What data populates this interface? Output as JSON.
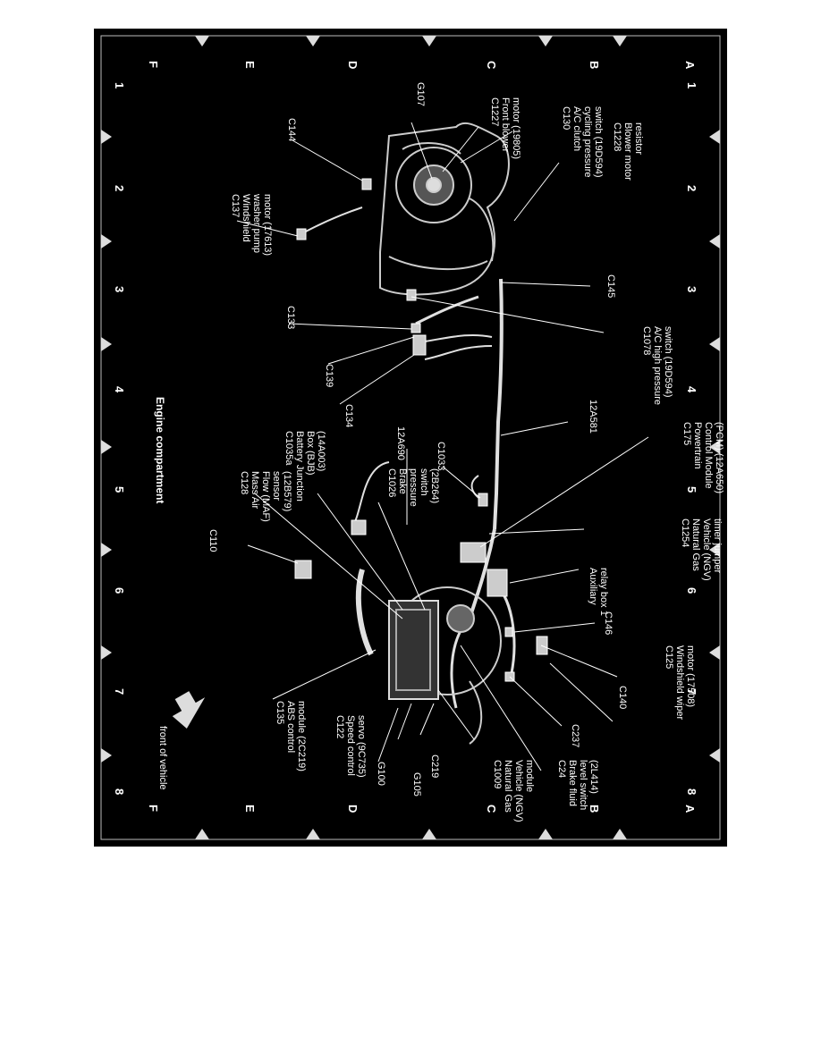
{
  "diagram": {
    "title": "Engine compartment",
    "front_label": "front of vehicle",
    "grid": {
      "rows": [
        "A",
        "B",
        "C",
        "D",
        "E",
        "F"
      ],
      "cols": [
        "1",
        "2",
        "3",
        "4",
        "5",
        "6",
        "7",
        "8"
      ]
    },
    "callouts": {
      "c1228": [
        "C1228",
        "Blower motor",
        "resistor"
      ],
      "c130": [
        "C130",
        "A/C clutch",
        "cycling pressure",
        "switch (19D594)"
      ],
      "c1227": [
        "C1227",
        "Front blower",
        "motor (19805)"
      ],
      "g107": [
        "G107"
      ],
      "c144": [
        "C144"
      ],
      "c137": [
        "C137",
        "Windshield",
        "washer pump",
        "motor (17613)"
      ],
      "c145": [
        "C145"
      ],
      "c1078": [
        "C1078",
        "A/C high pressure",
        "switch (19D594)"
      ],
      "c133": [
        "C133"
      ],
      "c139": [
        "C139"
      ],
      "c134": [
        "C134"
      ],
      "a12a581": [
        "12A581"
      ],
      "c175": [
        "C175",
        "Powertrain",
        "Control Module",
        "(PCM) (12A650)"
      ],
      "a12a690": [
        "12A690"
      ],
      "c1033": [
        "C1033"
      ],
      "c1026": [
        "C1026",
        "Brake",
        "pressure",
        "switch",
        "(2B264)"
      ],
      "c1035a": [
        "C1035a",
        "Battery Junction",
        "Box (BJB)",
        "(14A003)"
      ],
      "c128": [
        "C128",
        "Mass Air",
        "Flow (MAF)",
        "sensor",
        "(12B579)"
      ],
      "c110": [
        "C110"
      ],
      "c1254": [
        "C1254",
        "Natural Gas",
        "Vehicle (NGV)",
        "timer jumper"
      ],
      "aux_relay": [
        "Auxiliary",
        "relay box 1"
      ],
      "c146": [
        "C146"
      ],
      "c125": [
        "C125",
        "Windshield wiper",
        "motor (17508)"
      ],
      "c140": [
        "C140"
      ],
      "c237": [
        "C237"
      ],
      "c24": [
        "C24",
        "Brake fluid",
        "level switch",
        "(2L414)"
      ],
      "c1009": [
        "C1009",
        "Natural Gas",
        "Vehicle (NGV)",
        "module"
      ],
      "c219": [
        "C219"
      ],
      "g105": [
        "G105"
      ],
      "g100": [
        "G100"
      ],
      "c122": [
        "C122",
        "Speed control",
        "servo (9C735)"
      ],
      "c135": [
        "C135",
        "ABS control",
        "module (2C219)"
      ]
    }
  }
}
